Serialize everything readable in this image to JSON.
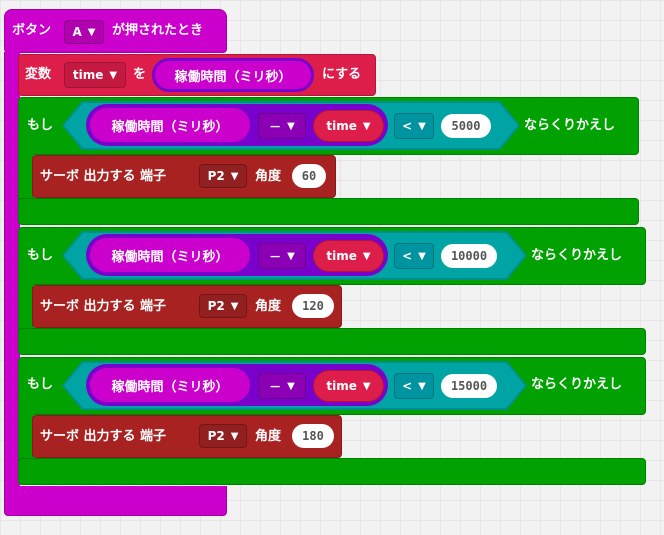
{
  "event": {
    "label": "ボタン",
    "button": "A",
    "suffix": "が押されたとき"
  },
  "set_block": {
    "label": "変数",
    "variable": "time",
    "to_label": "を",
    "value_reporter": "稼働時間（ミリ秒）",
    "suffix": "にする"
  },
  "if_blocks": [
    {
      "label": "もし",
      "left_reporter": "稼働時間（ミリ秒）",
      "operator": "－",
      "right_var": "time",
      "compare": "<",
      "threshold": "5000",
      "suffix": "ならくりかえし",
      "servo": {
        "label": "サーボ 出力する 端子",
        "pin": "P2",
        "angle_label": "角度",
        "angle": "60"
      }
    },
    {
      "label": "もし",
      "left_reporter": "稼働時間（ミリ秒）",
      "operator": "－",
      "right_var": "time",
      "compare": "<",
      "threshold": "10000",
      "suffix": "ならくりかえし",
      "servo": {
        "label": "サーボ 出力する 端子",
        "pin": "P2",
        "angle_label": "角度",
        "angle": "120"
      }
    },
    {
      "label": "もし",
      "left_reporter": "稼働時間（ミリ秒）",
      "operator": "－",
      "right_var": "time",
      "compare": "<",
      "threshold": "15000",
      "suffix": "ならくりかえし",
      "servo": {
        "label": "サーボ 出力する 端子",
        "pin": "P2",
        "angle_label": "角度",
        "angle": "180"
      }
    }
  ],
  "icons": {
    "dropdown": "caret-down-icon"
  },
  "colors": {
    "event": "#cc00cc",
    "variable": "#dd1e4a",
    "loop": "#00a100",
    "servo": "#a82222",
    "compare": "#00a4a4",
    "math": "#7a00cc"
  }
}
